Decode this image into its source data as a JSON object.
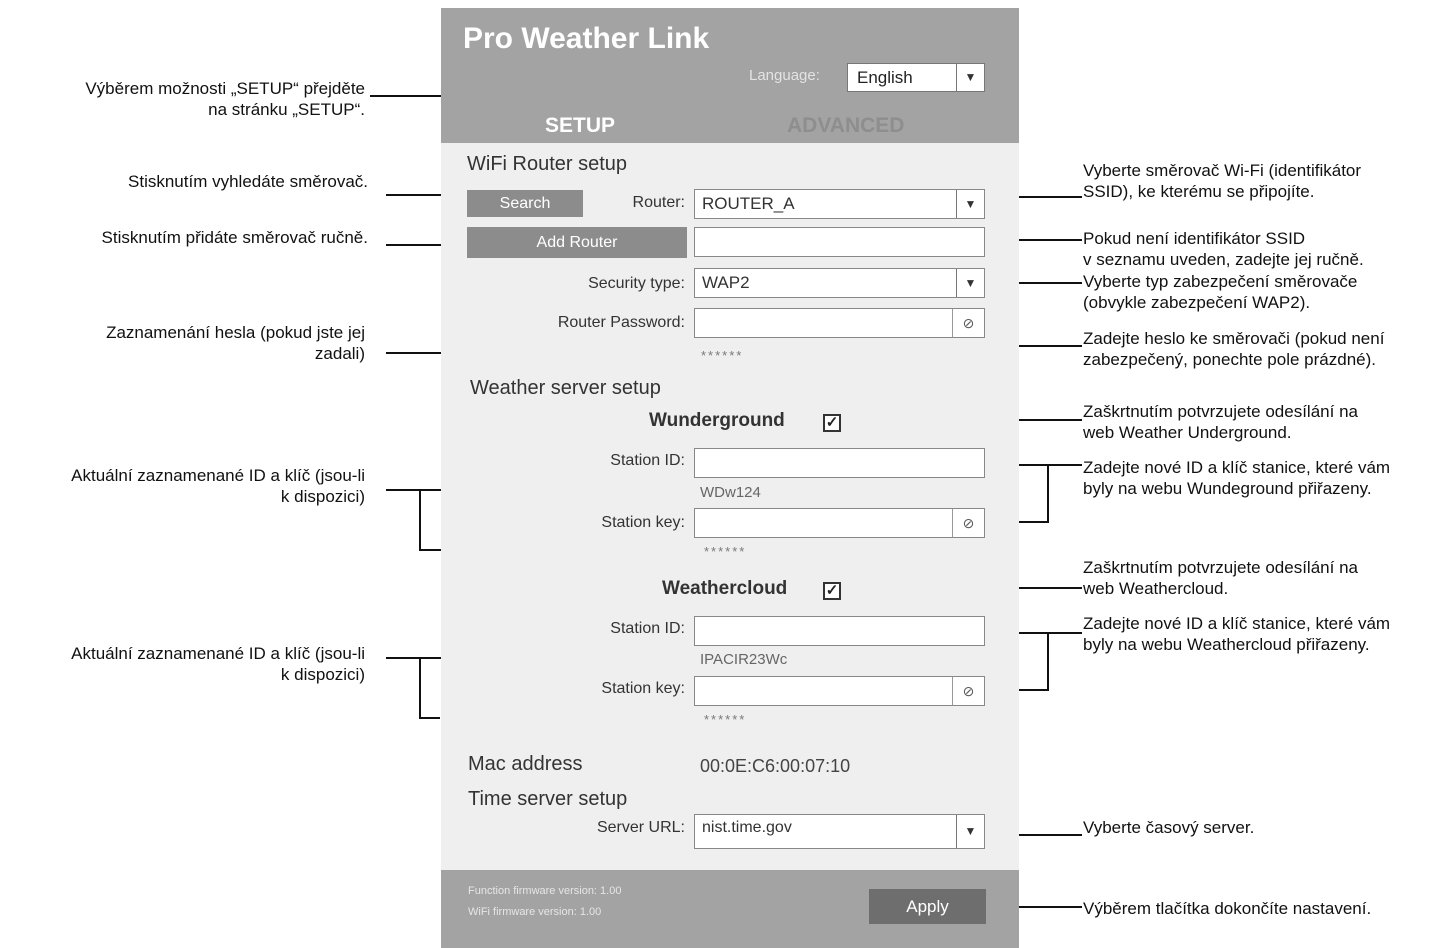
{
  "app": {
    "title": "Pro Weather Link",
    "language_label": "Language:",
    "language_value": "English",
    "tabs": [
      "SETUP",
      "ADVANCED"
    ],
    "active_tab": "SETUP"
  },
  "wifi": {
    "section_title": "WiFi Router setup",
    "search_label": "Search",
    "router_label": "Router:",
    "router_value": "ROUTER_A",
    "add_router_label": "Add Router",
    "security_label": "Security type:",
    "security_value": "WAP2",
    "password_label": "Router  Password:",
    "password_mask": "******"
  },
  "weather": {
    "section_title": "Weather server setup",
    "wunderground": {
      "name": "Wunderground",
      "checked": true,
      "station_id_label": "Station ID:",
      "current_id": "WDw124",
      "station_key_label": "Station key:",
      "key_mask": "******"
    },
    "weathercloud": {
      "name": "Weathercloud",
      "checked": true,
      "station_id_label": "Station ID:",
      "current_id": "IPACIR23Wc",
      "station_key_label": "Station key:",
      "key_mask": "******"
    }
  },
  "mac": {
    "label": "Mac address",
    "value": "00:0E:C6:00:07:10"
  },
  "time": {
    "section_title": "Time server setup",
    "url_label": "Server URL:",
    "url_value": "nist.time.gov"
  },
  "footer": {
    "function_fw": "Function firmware version: 1.00",
    "wifi_fw": "WiFi firmware version: 1.00",
    "apply_label": "Apply"
  },
  "annotations": {
    "setup": "Výběrem možnosti „SETUP“ přejděte\nna stránku „SETUP“.",
    "search": "Stisknutím vyhledáte směrovač.",
    "add": "Stisknutím přidáte směrovač ručně.",
    "pwd_record": "Zaznamenání hesla (pokud jste jej\nzadali)",
    "cur_id_1": "Aktuální zaznamenané ID a klíč (jsou-li\nk dispozici)",
    "cur_id_2": "Aktuální zaznamenané ID a klíč (jsou-li\nk dispozici)",
    "router_select": "Vyberte směrovač Wi-Fi (identifikátor\nSSID), ke kterému se připojíte.",
    "ssid_manual": "Pokud není identifikátor SSID\nv seznamu uveden, zadejte jej ručně.",
    "security": "Vyberte typ zabezpečení směrovače\n(obvykle zabezpečení WAP2).",
    "password": "Zadejte heslo ke směrovači (pokud není\nzabezpečený, ponechte pole prázdné).",
    "wu_check": "Zaškrtnutím potvrzujete odesílání na\nweb Weather Underground.",
    "wu_new": "Zadejte nové ID a klíč stanice, které vám\nbyly na webu Wundeground přiřazeny.",
    "wc_check": "Zaškrtnutím potvrzujete odesílání na\nweb Weathercloud.",
    "wc_new": "Zadejte nové ID a klíč stanice, které vám\nbyly na webu Weathercloud přiřazeny.",
    "time_select": "Vyberte časový server.",
    "apply": "Výběrem tlačítka dokončíte nastavení."
  }
}
